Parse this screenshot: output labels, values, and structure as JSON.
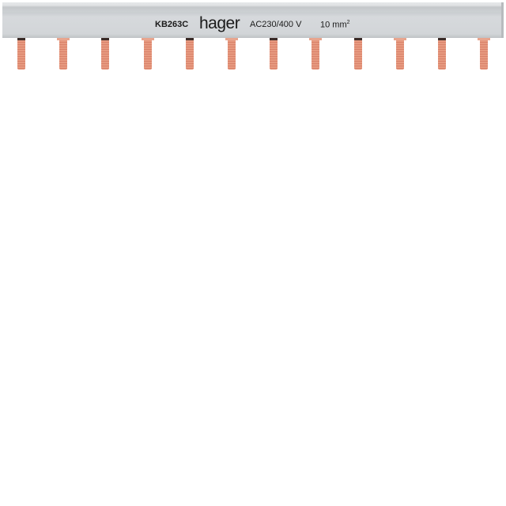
{
  "product": {
    "model": "KB263C",
    "brand": "hager",
    "voltage": "AC230/400 V",
    "cross_section": "10 mm",
    "cross_section_exp": "2",
    "pin_count": 12
  },
  "colors": {
    "bar": "#d2d5d8",
    "pin": "#e79a80"
  }
}
